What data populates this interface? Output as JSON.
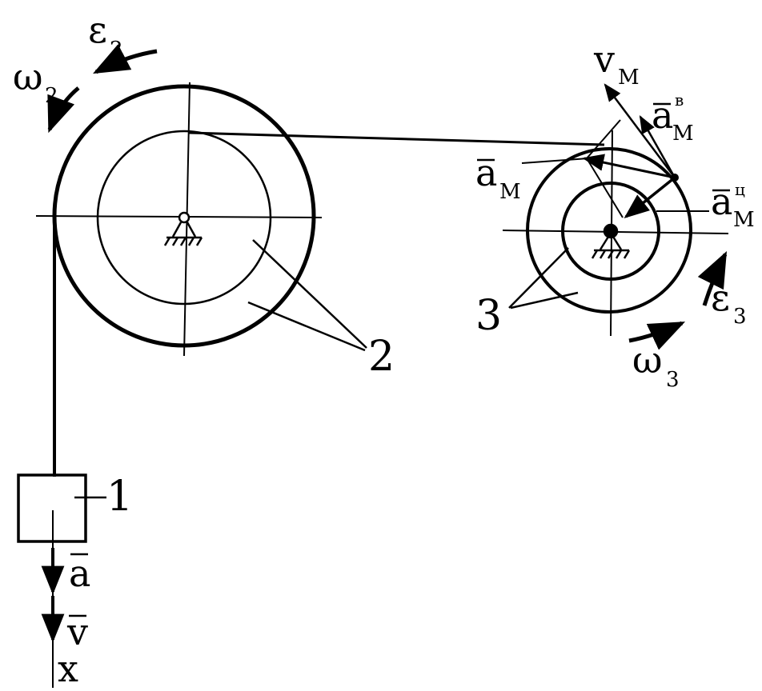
{
  "labels": {
    "epsilon": "ε",
    "omega": "ω",
    "sub_2": "2",
    "sub_3": "3",
    "v": "v",
    "a": "a",
    "sub_M": "М",
    "sup_v": "в",
    "sup_ts": "ц",
    "body1": "1",
    "body2": "2",
    "body3": "3",
    "v_bar": "v",
    "a_bar": "a",
    "x_axis": "x"
  },
  "colors": {
    "ink": "#000000",
    "paper": "#ffffff"
  }
}
